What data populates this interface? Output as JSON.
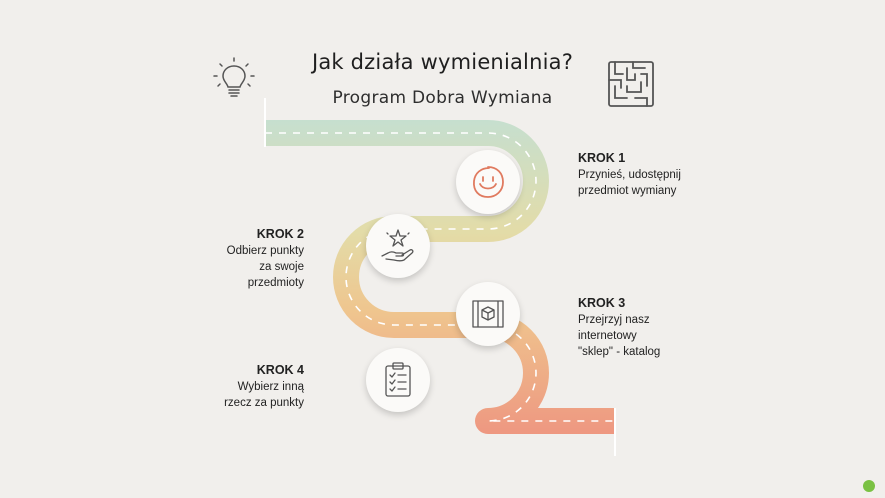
{
  "title": "Jak działa wymienialnia?",
  "subtitle": "Program Dobra Wymiana",
  "steps": [
    {
      "heading": "KROK 1",
      "lines": [
        "Przynieś, udostępnij",
        "przedmiot wymiany"
      ],
      "icon": "smiley-icon"
    },
    {
      "heading": "KROK 2",
      "lines": [
        "Odbierz punkty",
        "za swoje",
        "przedmioty"
      ],
      "icon": "hand-star-icon"
    },
    {
      "heading": "KROK 3",
      "lines": [
        "Przejrzyj nasz",
        "internetowy",
        "\"sklep\" - katalog"
      ],
      "icon": "box-map-icon"
    },
    {
      "heading": "KROK 4",
      "lines": [
        "Wybierz inną",
        "rzecz za punkty"
      ],
      "icon": "clipboard-checklist-icon"
    }
  ],
  "decor_icons": [
    "lightbulb-icon",
    "maze-icon"
  ],
  "colors": {
    "road_start": "#c8e0cf",
    "road_mid": "#e6d6a0",
    "road_end": "#ef9a86",
    "background": "#f1efec"
  }
}
